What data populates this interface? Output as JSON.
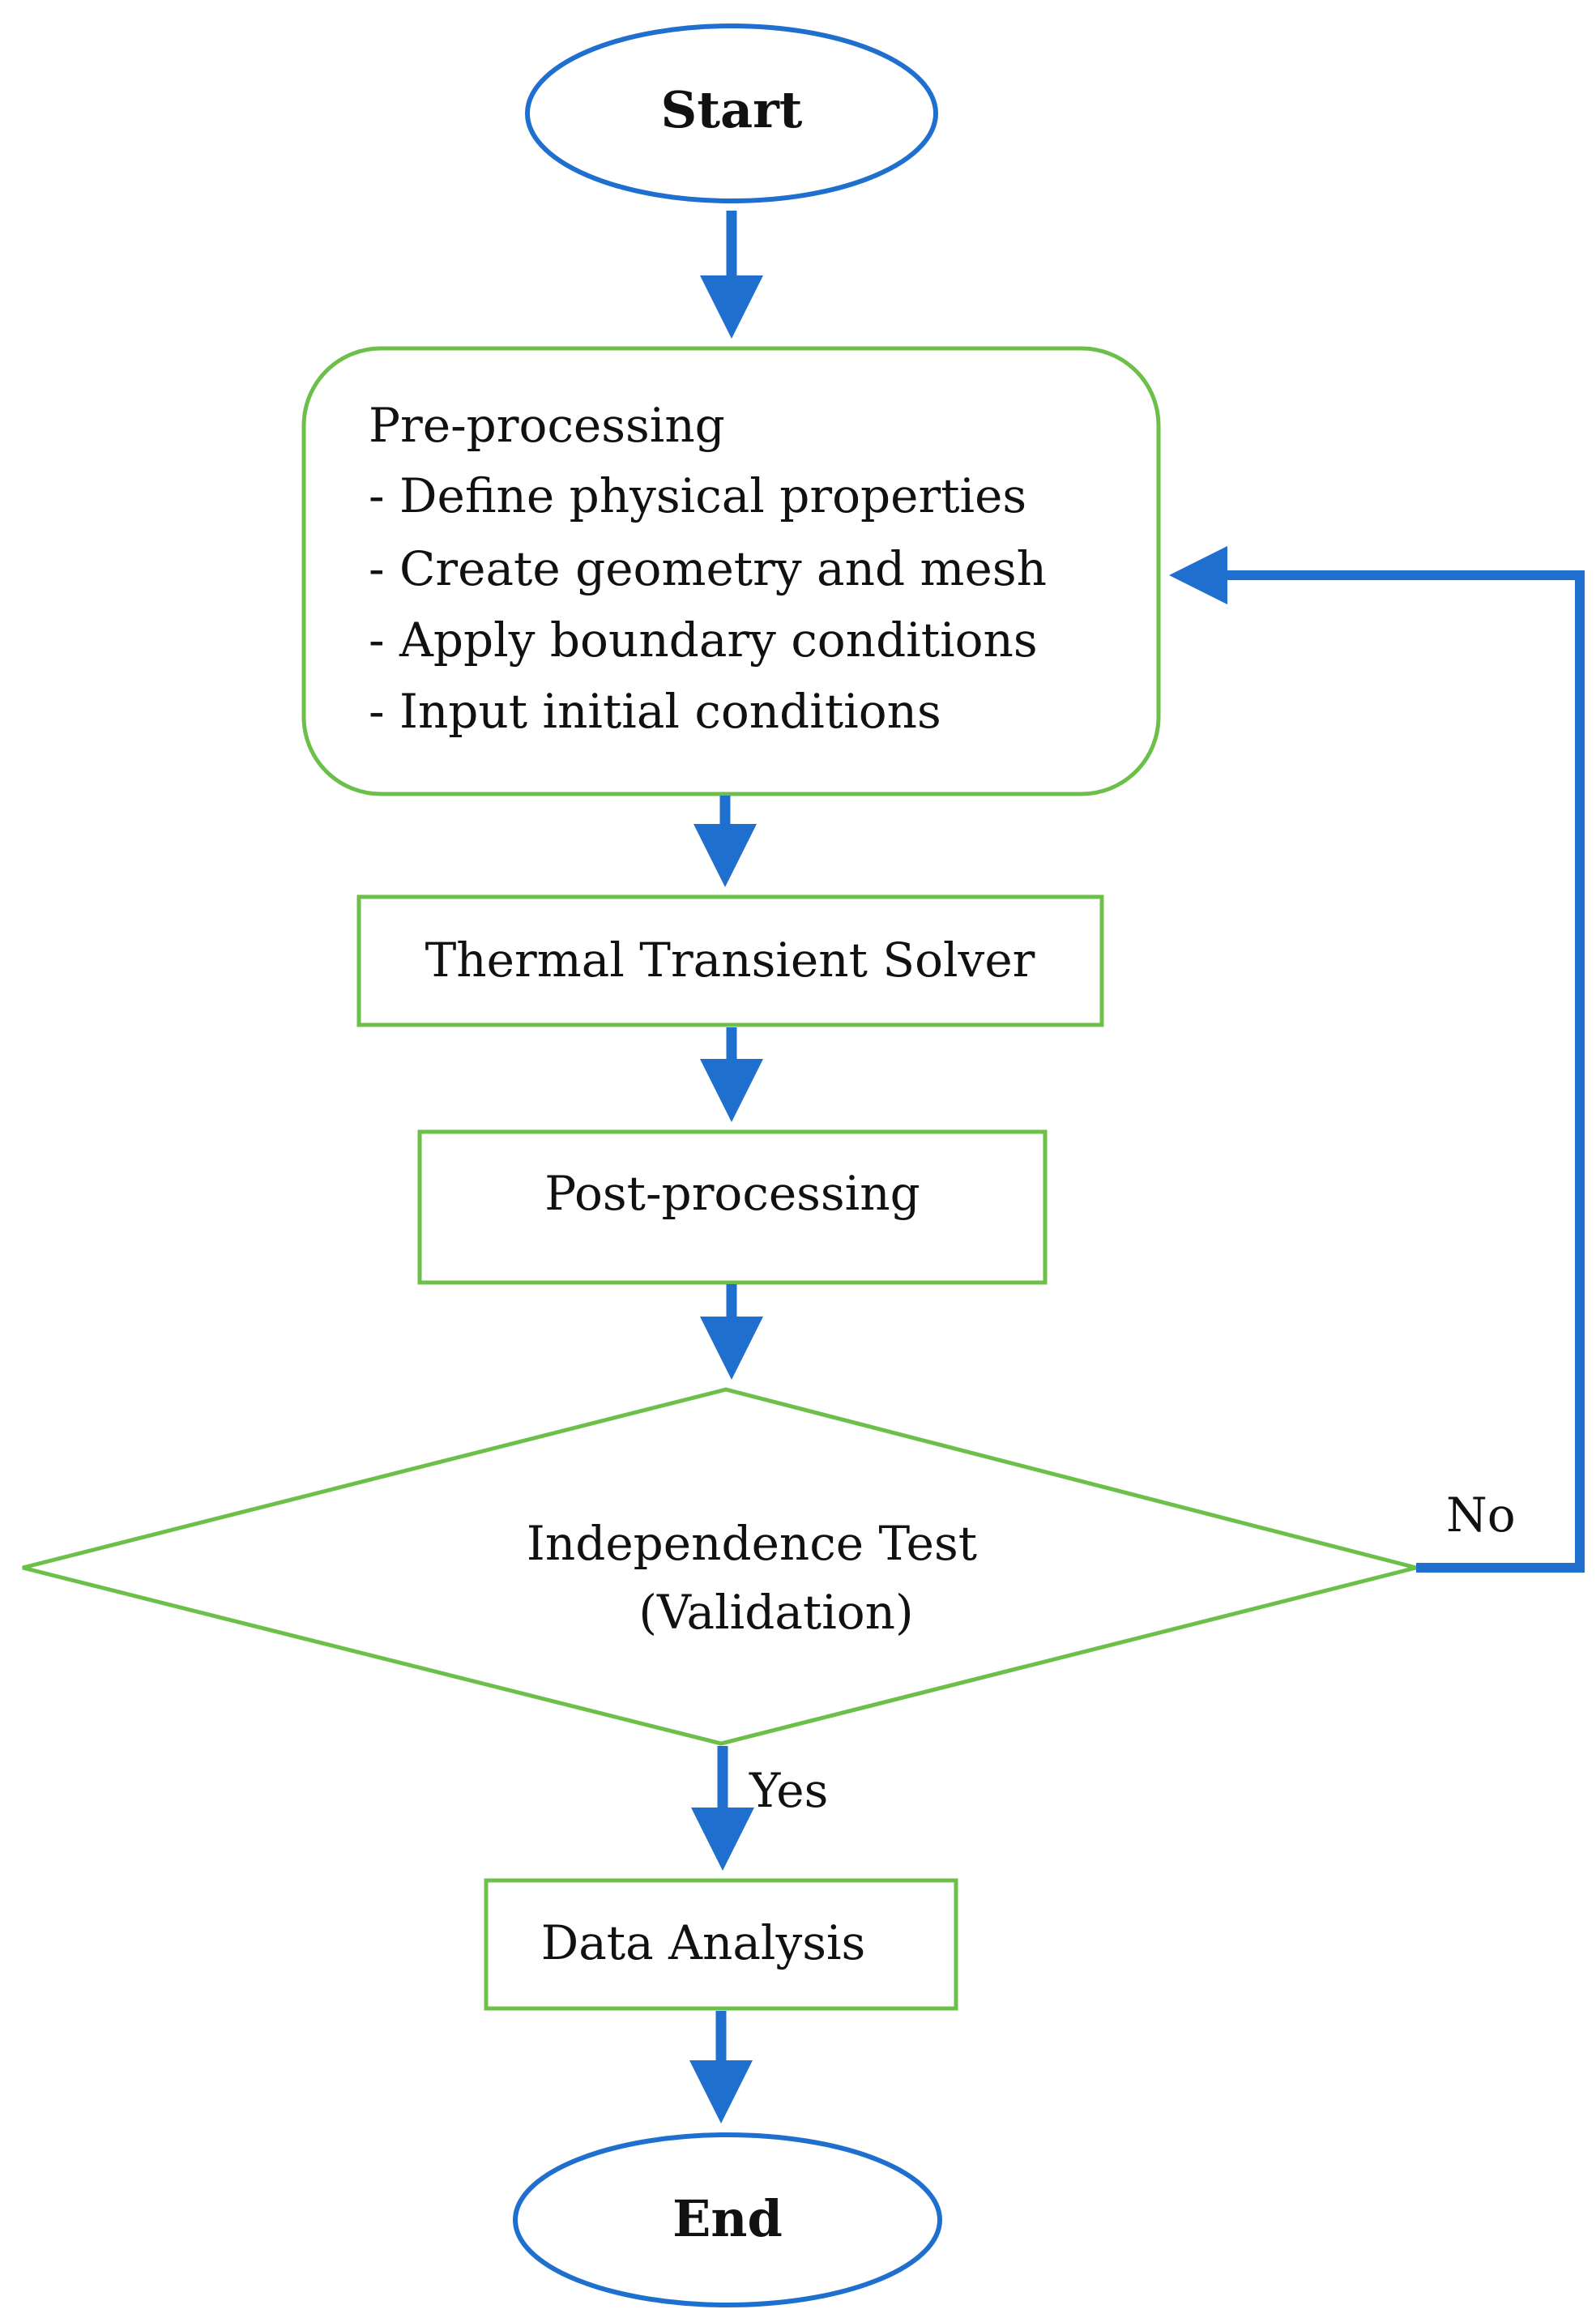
{
  "colors": {
    "arrow": "#1f6fcf",
    "terminal_stroke": "#1f6fcf",
    "process_stroke": "#6cc04a",
    "background": "#ffffff"
  },
  "nodes": {
    "start": {
      "label": "Start"
    },
    "preprocessing": {
      "title": "Pre-processing",
      "items": [
        "- Define physical properties",
        "- Create geometry and mesh",
        "- Apply boundary conditions",
        "- Input initial conditions"
      ]
    },
    "solver": {
      "label": "Thermal Transient Solver"
    },
    "postprocessing": {
      "label": "Post-processing"
    },
    "decision": {
      "line1": "Independence Test",
      "line2": "(Validation)"
    },
    "analysis": {
      "label": "Data Analysis"
    },
    "end": {
      "label": "End"
    }
  },
  "edges": {
    "yes_label": "Yes",
    "no_label": "No"
  }
}
